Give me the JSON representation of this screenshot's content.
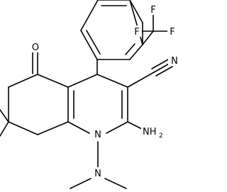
{
  "molecule": {
    "atoms": {
      "F_top": "F",
      "F_left": "F",
      "F_right": "F",
      "O": "O",
      "N_nitrile": "N",
      "N_ring": "N",
      "N_amino": "NH",
      "N_amino_sub": "2",
      "N_dimethyl": "N"
    }
  }
}
